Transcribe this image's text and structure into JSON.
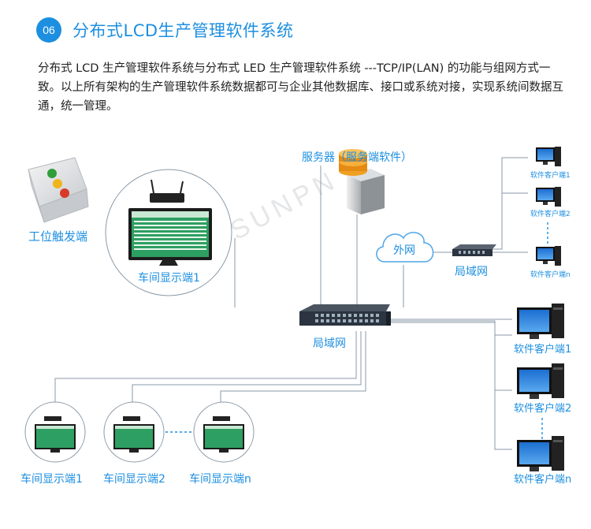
{
  "header": {
    "number": "06",
    "title": "分布式LCD生产管理软件系统"
  },
  "description": "分布式 LCD 生产管理软件系统与分布式 LED 生产管理软件系统 ---TCP/IP(LAN) 的功能与组网方式一致。以上所有架构的生产管理软件系统数据都可与企业其他数据库、接口或系统对接，实现系统间数据互通，统一管理。",
  "diagram": {
    "server_label": "服务器（服务端软件）",
    "workstation_label": "工位触发端",
    "workshop_display_top": "车间显示端1",
    "cloud_label": "外网",
    "lan_small_label": "局域网",
    "lan_main_label": "局域网",
    "client_small": [
      "软件客户端1",
      "软件客户端2",
      "软件客户端n"
    ],
    "client_large": [
      "软件客户端1",
      "软件客户端2",
      "软件客户端n"
    ],
    "workshop_bottom": [
      "车间显示端1",
      "车间显示端2",
      "车间显示端n"
    ],
    "watermark": "SUNPN"
  },
  "colors": {
    "accent": "#1d8fe0",
    "line": "#8a9aa8",
    "switch": "#2b3440",
    "screen": "#2e9f62"
  }
}
